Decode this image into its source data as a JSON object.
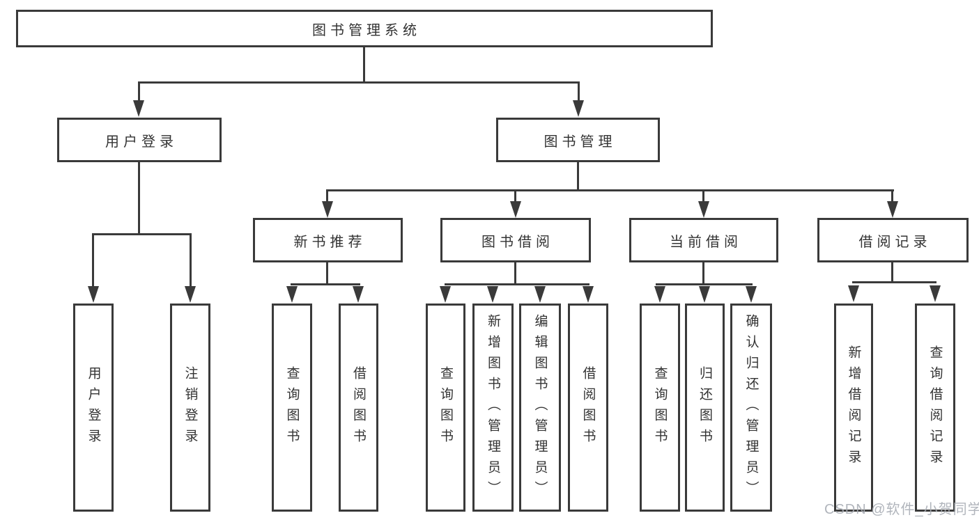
{
  "colors": {
    "background": "#ffffff",
    "line": "#3a3a3a",
    "box_border": "#3a3a3a",
    "text": "#333333",
    "watermark": "#a9aeb5"
  },
  "tree": {
    "root": {
      "label": "图书管理系统"
    },
    "branches": [
      {
        "label": "用户登录",
        "leaves": [
          "用户登录",
          "注销登录"
        ]
      },
      {
        "label": "图书管理",
        "groups": [
          {
            "label": "新书推荐",
            "leaves": [
              "查询图书",
              "借阅图书"
            ]
          },
          {
            "label": "图书借阅",
            "leaves": [
              "查询图书",
              "新增图书（管理员）",
              "编辑图书（管理员）",
              "借阅图书"
            ]
          },
          {
            "label": "当前借阅",
            "leaves": [
              "查询图书",
              "归还图书",
              "确认归还（管理员）"
            ]
          },
          {
            "label": "借阅记录",
            "leaves": [
              "新增借阅记录",
              "查询借阅记录"
            ]
          }
        ]
      }
    ]
  },
  "watermark": {
    "text": "CSDN @软件_小贺同学"
  }
}
